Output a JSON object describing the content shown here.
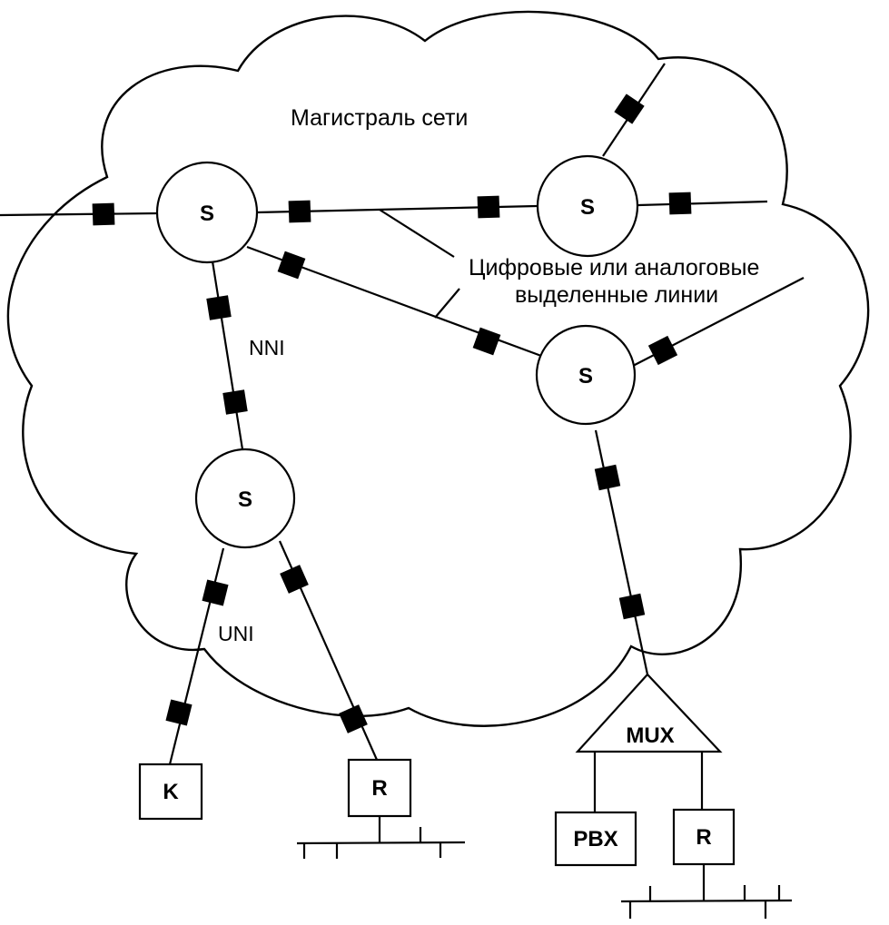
{
  "cloud_title": "Магистраль сети",
  "lines_label_1": "Цифровые или аналоговые",
  "lines_label_2": "выделенные линии",
  "nni_label": "NNI",
  "uni_label": "UNI",
  "switch_label": "S",
  "mux_label": "MUX",
  "k_label": "K",
  "r_label": "R",
  "pbx_label": "PBX"
}
